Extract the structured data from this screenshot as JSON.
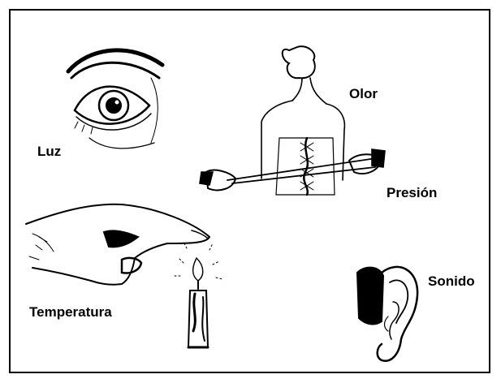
{
  "labels": {
    "luz": "Luz",
    "olor": "Olor",
    "presion": "Presión",
    "temperatura": "Temperatura",
    "sonido": "Sonido"
  },
  "colors": {
    "ink": "#000000",
    "paper": "#ffffff"
  },
  "illustrations": [
    "eye-icon",
    "woman-back-icon",
    "pointing-hand-icon",
    "candle-icon",
    "ear-icon"
  ]
}
